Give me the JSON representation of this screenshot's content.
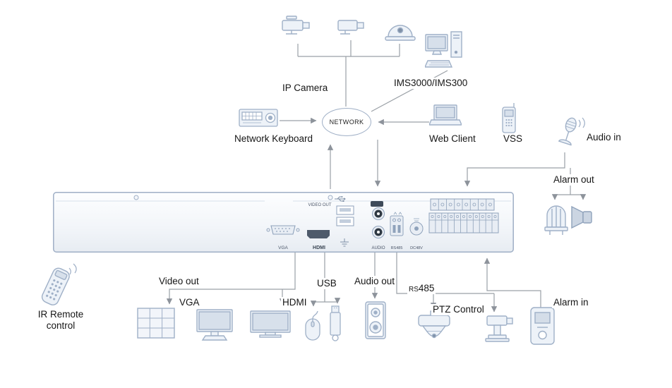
{
  "labels": {
    "ip_camera": "IP Camera",
    "ims": "IMS3000/IMS300",
    "network": "NETWORK",
    "network_keyboard": "Network Keyboard",
    "web_client": "Web Client",
    "vss": "VSS",
    "audio_in": "Audio in",
    "alarm_out": "Alarm out",
    "video_out": "Video out",
    "vga": "VGA",
    "hdmi": "HDMI",
    "usb": "USB",
    "audio_out": "Audio out",
    "rs485_small": "RS",
    "rs485_big": "485",
    "ptz_control": "PTZ Control",
    "alarm_in": "Alarm in",
    "ir_remote_line1": "IR Remote",
    "ir_remote_line2": "control"
  },
  "device": {
    "name": "NVR rear panel",
    "ports": {
      "video_out": "VIDEO OUT",
      "vga": "VGA",
      "hdmi": "HDMI",
      "audio": "AUDIO",
      "rs485": "RS485",
      "dc48v": "DC48V"
    }
  },
  "icons": {
    "box-camera-icon": "box CCTV camera",
    "bullet-camera-icon": "bullet CCTV camera",
    "dome-camera-icon": "dome CCTV camera",
    "desktop-pc-icon": "desktop computer with tower and keyboard",
    "network-keyboard-icon": "control keyboard with joystick",
    "laptop-icon": "laptop computer",
    "mobile-phone-icon": "mobile phone",
    "microphone-icon": "microphone on stand",
    "strobe-light-icon": "alarm strobe light",
    "horn-speaker-icon": "alarm horn speaker",
    "video-wall-icon": "video wall grid monitor",
    "monitor-icon": "desktop monitor",
    "monitor-wide-icon": "wide monitor",
    "mouse-icon": "USB mouse",
    "usb-drive-icon": "USB flash drive",
    "speaker-icon": "audio speaker",
    "ptz-dome-camera-icon": "PTZ speed dome camera",
    "ptz-camera-icon": "PTZ camera on pedestal",
    "alarm-sensor-icon": "alarm input device",
    "ir-remote-icon": "infrared remote control"
  },
  "colors": {
    "wire": "#9aa0a6",
    "outline": "#9FB0C7",
    "fill": "#EDF2F8",
    "dark": "#4E5A6B",
    "text": "#161616"
  }
}
